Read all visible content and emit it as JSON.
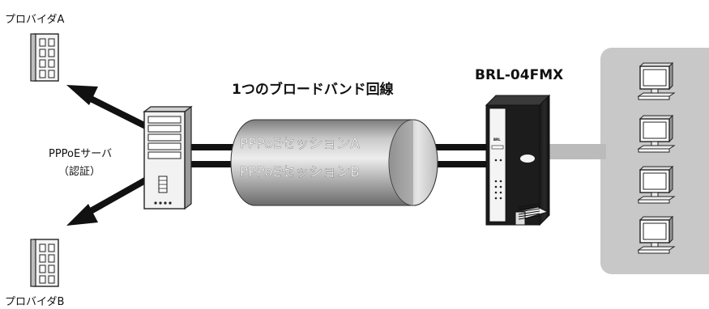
{
  "diagram": {
    "provider_a": "プロバイダA",
    "provider_b": "プロバイダB",
    "server_label_line1": "PPPoEサーバ",
    "server_label_line2": "（認証）",
    "line_title": "1つのブロードバンド回線",
    "session_a": "PPPoEセッションA",
    "session_b": "PPPoEセッションB",
    "router_model": "BRL-04FMX",
    "router_badge": "BRL",
    "colors": {
      "tube_body": "#8f8f8f",
      "tube_highlight": "#e4e4e4",
      "lan_panel": "#c8c8c8",
      "lan_link": "#bbbbbb",
      "dark": "#111111"
    }
  }
}
